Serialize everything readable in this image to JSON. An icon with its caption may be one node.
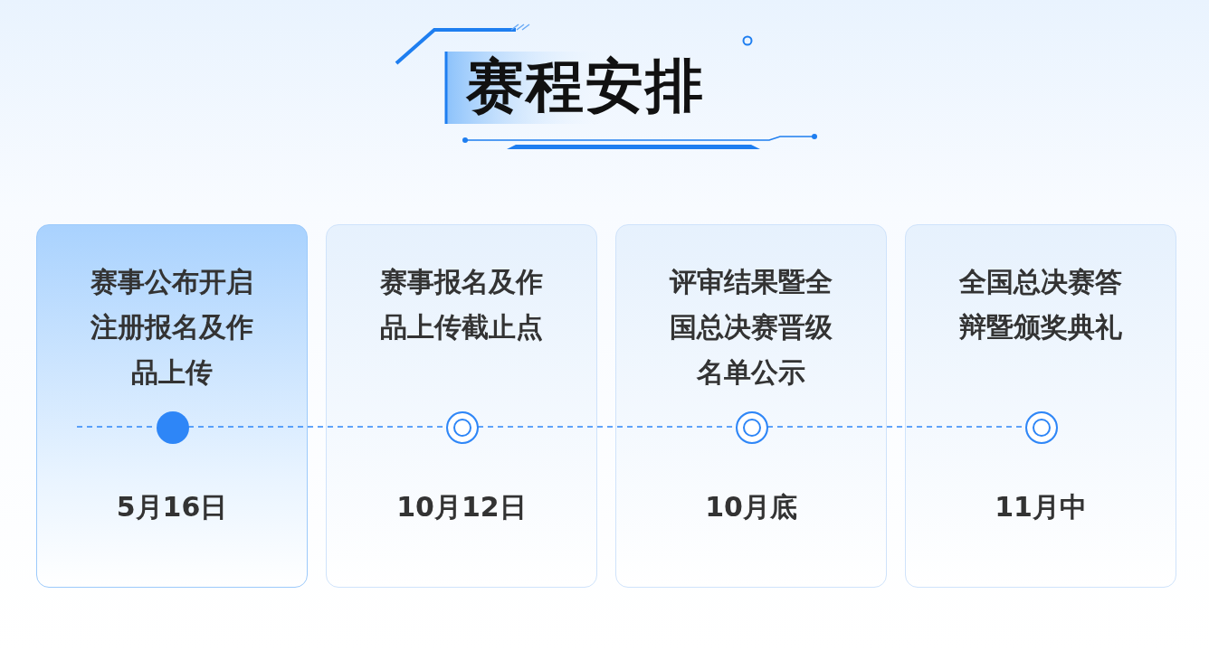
{
  "diagram": {
    "title": "赛程安排",
    "nodes": [
      {
        "text": [
          "赛事公布开启注册报名及作品上传",
          "5月16日"
        ]
      },
      {
        "text": [
          "赛事报名及作品上传截止点",
          "10月12日"
        ]
      },
      {
        "text": [
          "评审结果暨全国总决赛晋级名单公示",
          "10月底"
        ]
      },
      {
        "text": [
          "全国总决赛答辩暨颁奖典礼",
          "11月中"
        ]
      },
      {
        "text": [],
        "shape": "circle",
        "in": 0
      },
      {
        "text": [],
        "shape": "circle",
        "in": 1
      },
      {
        "text": [],
        "shape": "circle",
        "in": 2
      },
      {
        "text": [],
        "shape": "circle",
        "in": 3
      }
    ],
    "edges": [
      {
        "from": null,
        "to": 4,
        "arrow": "none",
        "style": "dashed"
      },
      {
        "from": 4,
        "to": 5,
        "arrow": "none",
        "style": "dashed"
      },
      {
        "from": 5,
        "to": 6,
        "arrow": "none",
        "style": "dashed"
      },
      {
        "from": 6,
        "to": 7,
        "arrow": "none",
        "style": "dashed"
      }
    ]
  }
}
